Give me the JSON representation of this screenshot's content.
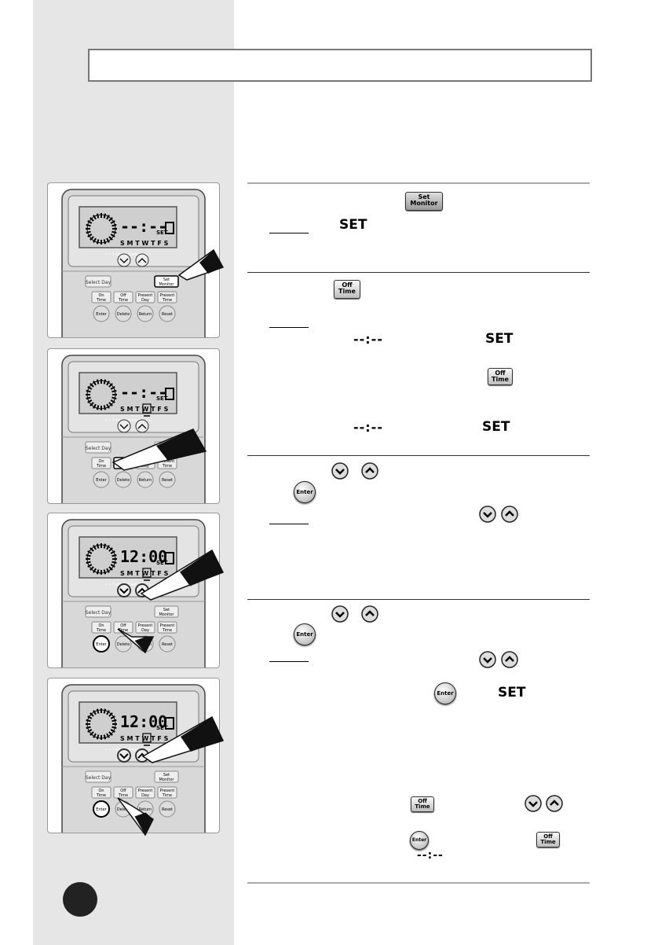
{
  "sections": {
    "s1": {
      "set_indicator": "SET"
    },
    "s2": {
      "dash_a": "--:--",
      "set_a": "SET",
      "dash_b": "--:--",
      "set_b": "SET"
    },
    "s4": {
      "set_indicator": "SET"
    },
    "s5": {
      "dash": "--:--"
    }
  },
  "buttons": {
    "set_monitor": [
      "Set",
      "Monitor"
    ],
    "off_time": [
      "Off",
      "Time"
    ],
    "enter": "Enter"
  },
  "remote": {
    "display_time": "--:--",
    "display_time_set": "12:00",
    "set_label": "SET",
    "days": "S M T W T F S",
    "scheduler": "• • 7-day Scheduler • •",
    "select_day": "Select Day",
    "set": "Set",
    "monitor": "Monitor",
    "on": "On",
    "off": "Off",
    "present": "Present",
    "time": "Time",
    "day": "Day",
    "enter": "Enter",
    "delete": "Delete",
    "return": "Return",
    "reset": "Reset"
  },
  "colors": {
    "sidebar": "#e6e6e6",
    "divider": "#aaaaaa"
  }
}
